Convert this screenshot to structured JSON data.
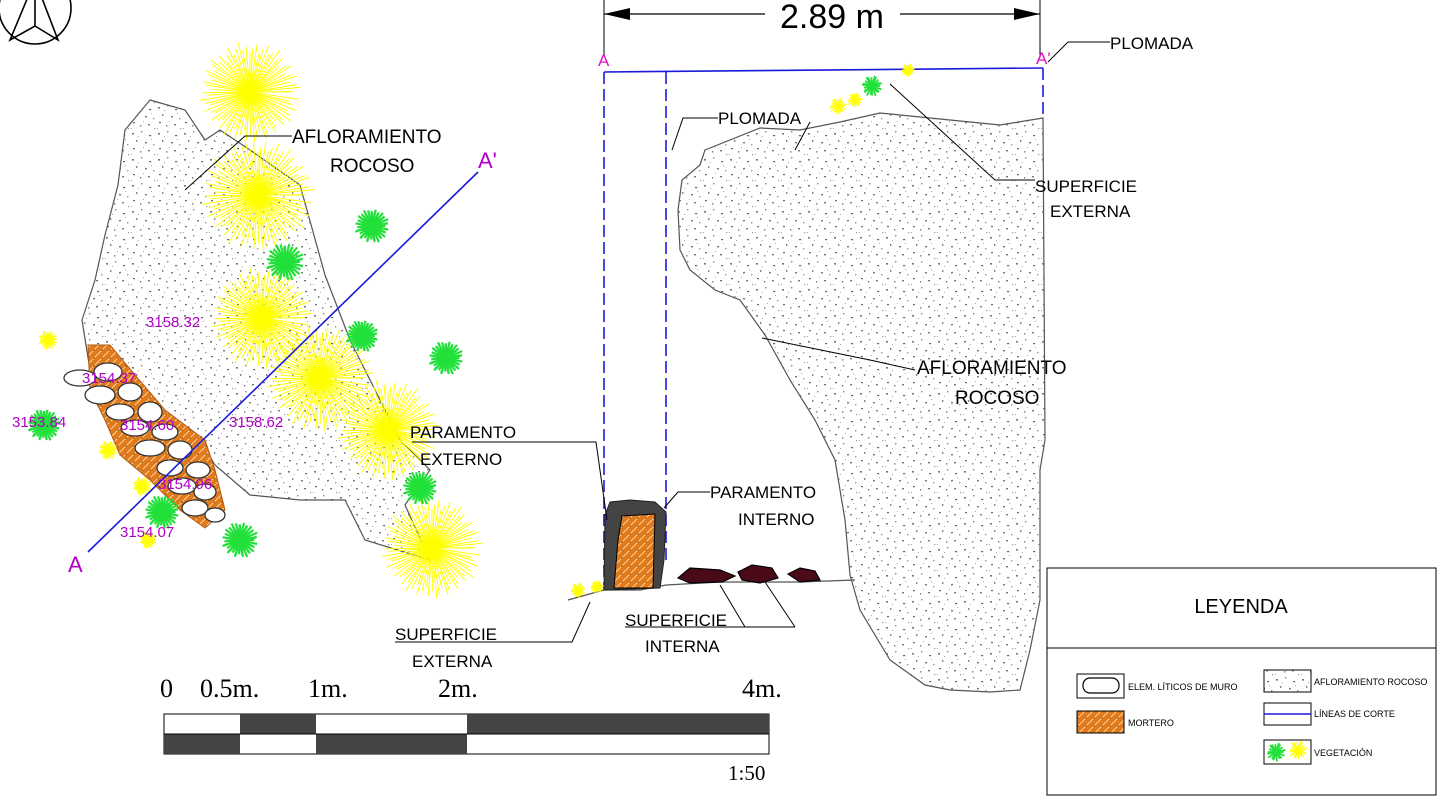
{
  "plan": {
    "title_lines": [
      "AFLORAMIENTO",
      "ROCOSO"
    ],
    "section_start": "A",
    "section_end": "A'",
    "elevations": [
      "3158.32",
      "3154.37",
      "3153.84",
      "3154.60",
      "3158.62",
      "3154.96",
      "3154.07"
    ]
  },
  "section": {
    "width_dimension": "2.89 m",
    "point_a": "A",
    "point_a_prime": "A'",
    "plomada_top": "PLOMADA",
    "plomada_mid": "PLOMADA",
    "superficie_externa_top": [
      "SUPERFICIE",
      "EXTERNA"
    ],
    "afloramiento": [
      "AFLORAMIENTO",
      "ROCOSO"
    ],
    "paramento_externo": [
      "PARAMENTO",
      "EXTERNO"
    ],
    "paramento_interno": [
      "PARAMENTO",
      "INTERNO"
    ],
    "superficie_externa_bottom": [
      "SUPERFICIE",
      "EXTERNA"
    ],
    "superficie_interna": [
      "SUPERFICIE",
      "INTERNA"
    ]
  },
  "scale_bar": {
    "labels": [
      "0",
      "0.5m.",
      "1m.",
      "2m.",
      "4m."
    ],
    "ratio": "1:50"
  },
  "legend": {
    "title": "LEYENDA",
    "items": {
      "liticos": "ELEM. LÍTICOS DE MURO",
      "afloramiento": "AFLORAMIENTO ROCOSO",
      "mortero": "MORTERO",
      "lineas": "LÍNEAS DE CORTE",
      "vegetacion": "VEGETACIÓN"
    }
  },
  "colors": {
    "cut_line": "#1a1adb",
    "elevation": "#b000c8",
    "section_letters": "#e010c8",
    "vegetation_yellow": "#ffff00",
    "vegetation_green": "#22e03a",
    "mortar": "#e07a1a",
    "rock_speckle": "#777777"
  }
}
